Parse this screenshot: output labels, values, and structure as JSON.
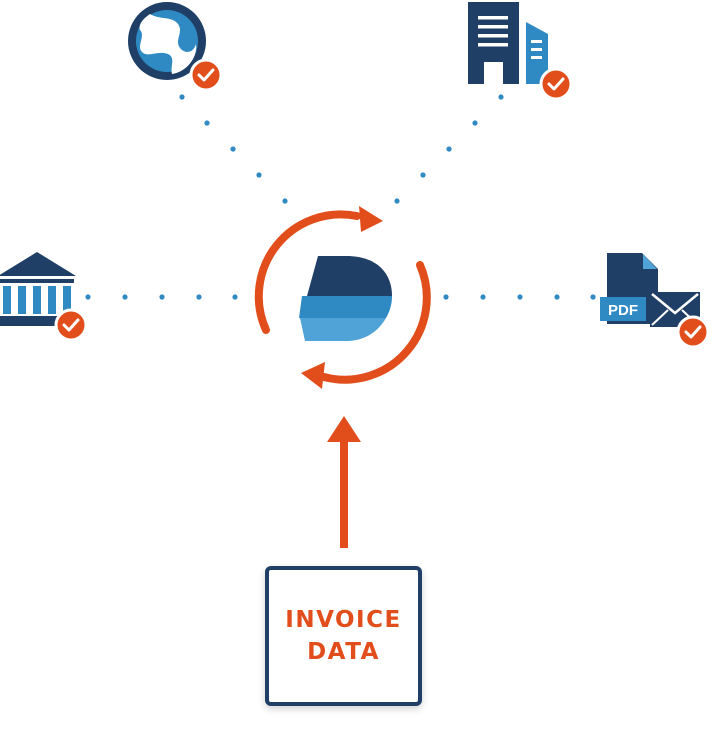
{
  "invoice": {
    "line1": "INVOICE",
    "line2": "DATA"
  },
  "pdf_label": "PDF",
  "colors": {
    "orange": "#e24e1b",
    "navy": "#1f3f66",
    "blue": "#2f8ac4",
    "light_blue": "#4fa3d6",
    "dot": "#2f8ac4"
  },
  "icons": {
    "top_left": "globe-icon",
    "top_right": "office-building-icon",
    "left": "bank-icon",
    "right": "pdf-email-icon",
    "center": "sync-logo-icon",
    "check": "check-badge-icon"
  }
}
